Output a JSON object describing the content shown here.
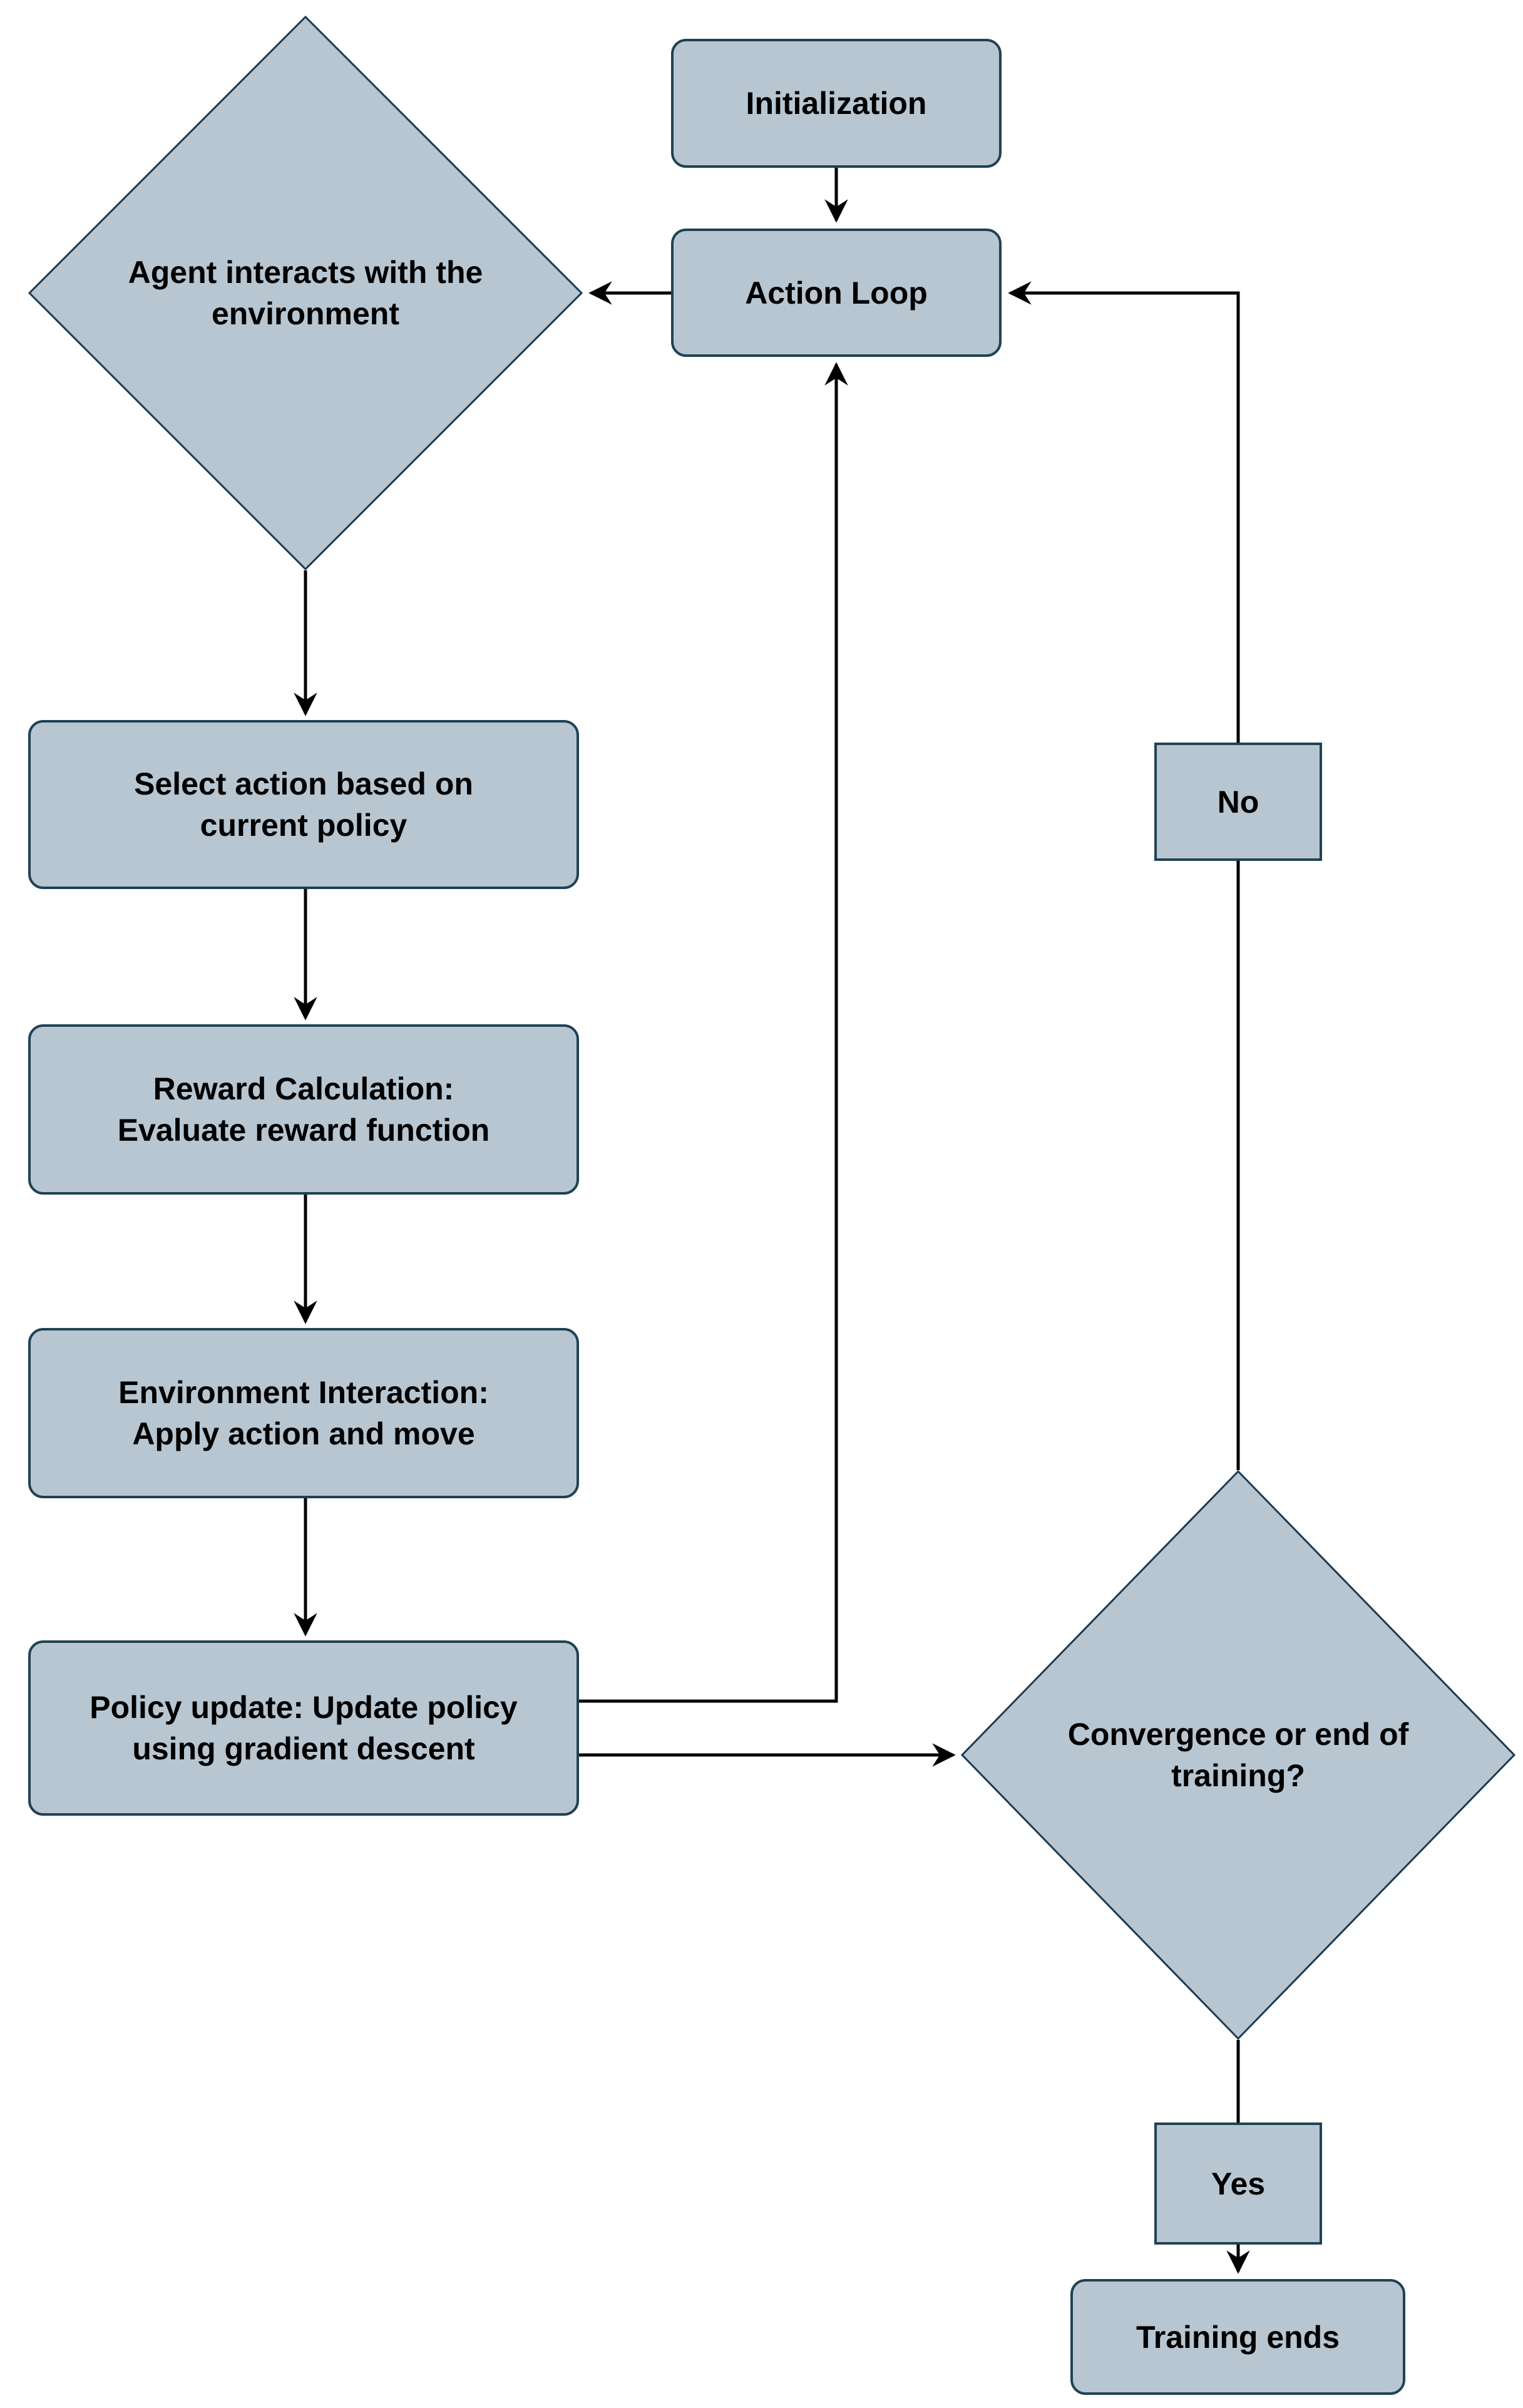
{
  "colors": {
    "background": "#ffffff",
    "node_fill": "#b8c6d1",
    "node_border": "#1f4254",
    "diamond_border": "#1c3a52",
    "connector": "#000000",
    "text": "#000000"
  },
  "nodes": {
    "initialization": {
      "label": "Initialization"
    },
    "action_loop": {
      "label": "Action Loop"
    },
    "agent_interacts": {
      "label": "Agent interacts with the\nenvironment"
    },
    "select_action": {
      "label": "Select action based on\ncurrent policy"
    },
    "reward_calculation": {
      "label": "Reward Calculation:\nEvaluate reward function"
    },
    "environment_interaction": {
      "label": "Environment Interaction:\nApply action and move"
    },
    "policy_update": {
      "label": "Policy update: Update policy\nusing gradient descent"
    },
    "convergence": {
      "label": "Convergence or end of\ntraining?"
    },
    "branch_no": {
      "label": "No"
    },
    "branch_yes": {
      "label": "Yes"
    },
    "training_ends": {
      "label": "Training ends"
    }
  }
}
